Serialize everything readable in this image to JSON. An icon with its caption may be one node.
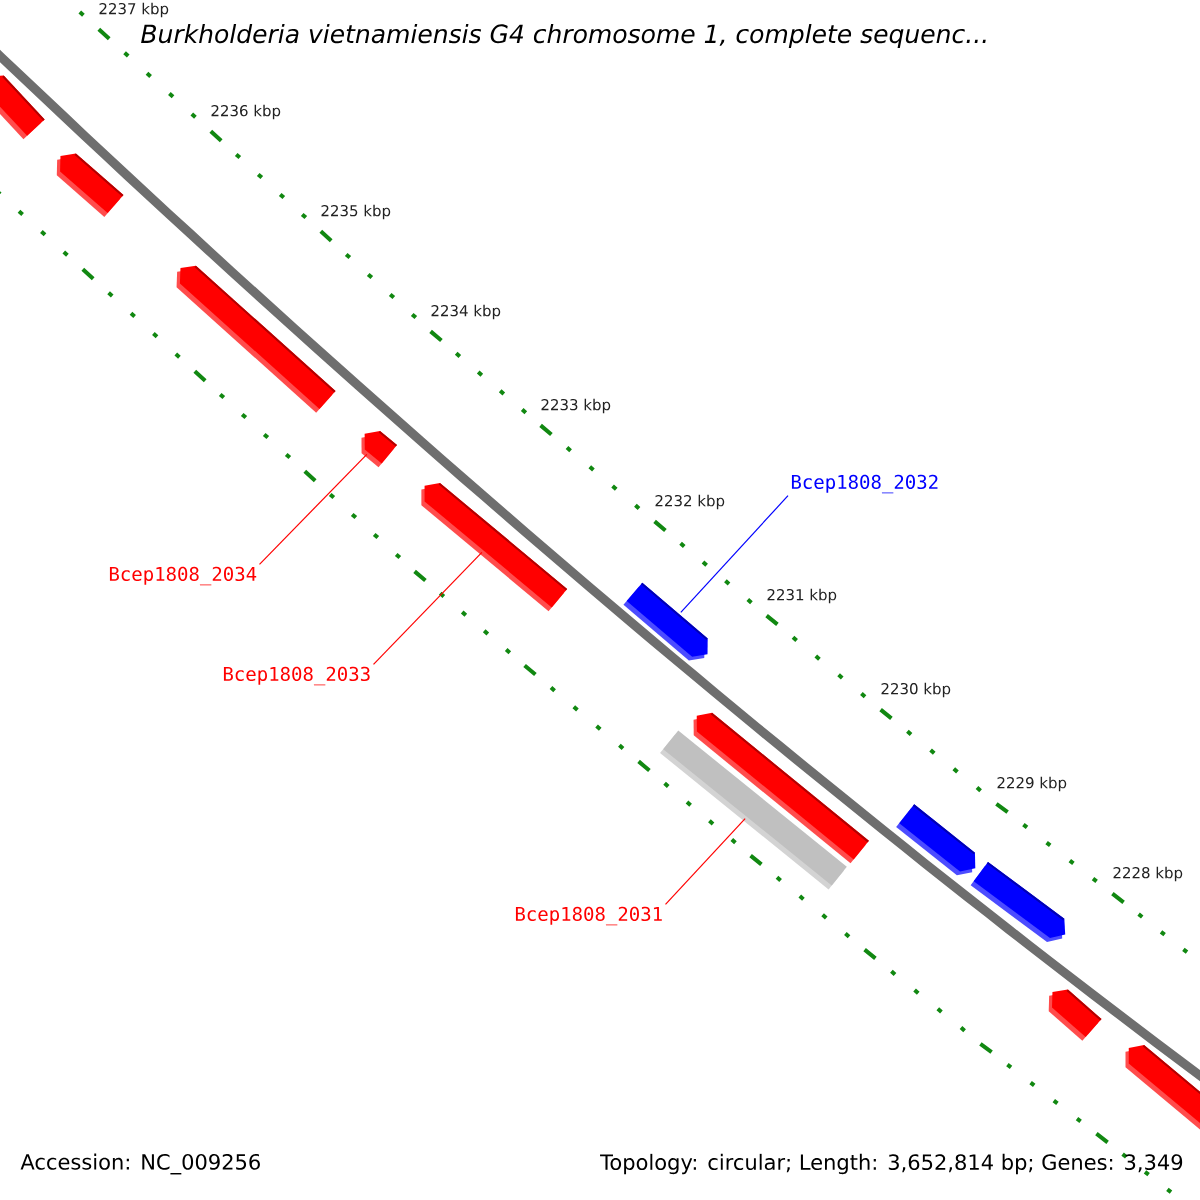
{
  "diagram": {
    "title": "Burkholderia vietnamiensis G4 chromosome 1, complete sequenc...",
    "nodes": [
      {
        "text": [],
        "shape": "pentagon"
      },
      {
        "text": [],
        "shape": "pentagon"
      },
      {
        "text": [],
        "shape": "pentagon"
      },
      {
        "text": [],
        "shape": "pentagon"
      },
      {
        "text": [],
        "shape": "pentagon"
      },
      {
        "text": [],
        "shape": "pentagon"
      },
      {
        "text": [],
        "shape": "pentagon"
      },
      {
        "text": [],
        "shape": "bar"
      },
      {
        "text": [],
        "shape": "pentagon"
      },
      {
        "text": [],
        "shape": "pentagon"
      },
      {
        "text": [],
        "shape": "pentagon"
      },
      {
        "text": [],
        "shape": "pentagon"
      },
      {
        "text": [
          "Bcep1808_2034"
        ]
      },
      {
        "text": [
          "Bcep1808_2033"
        ]
      },
      {
        "text": [
          "Bcep1808_2032"
        ]
      },
      {
        "text": [
          "Bcep1808_2031"
        ]
      }
    ],
    "edges": [
      {
        "from": 12,
        "to": 3,
        "arrow": "none"
      },
      {
        "from": 13,
        "to": 4,
        "arrow": "none"
      },
      {
        "from": 14,
        "to": 5,
        "arrow": "none",
        "color": "#0000ff"
      },
      {
        "from": 15,
        "to": 7,
        "arrow": "none"
      }
    ],
    "labels": [
      "2237 kbp",
      "2236 kbp",
      "2235 kbp",
      "2234 kbp",
      "2233 kbp",
      "2232 kbp",
      "2231 kbp",
      "2230 kbp",
      "2229 kbp",
      "2228 kbp",
      "Accession: NC_009256",
      "Topology: circular; Length: 3,652,814 bp; Genes: 3,349"
    ]
  }
}
